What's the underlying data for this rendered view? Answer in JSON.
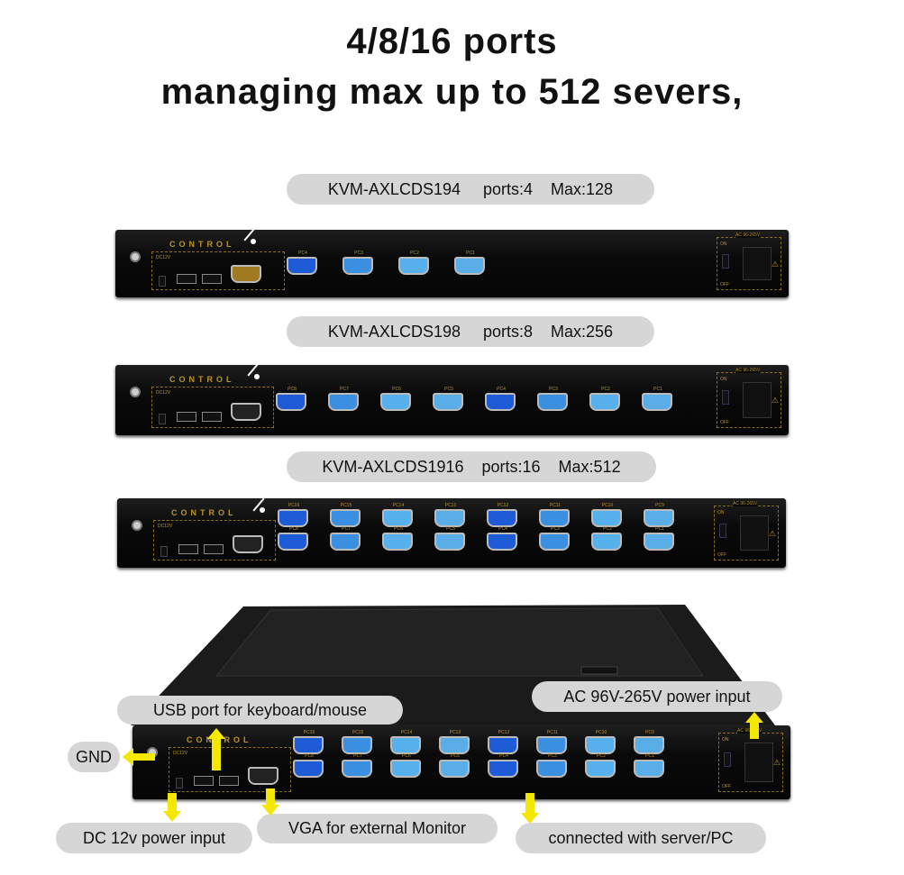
{
  "headline": {
    "line1": "4/8/16 ports",
    "line2": "managing max up to 512 severs,"
  },
  "models": [
    {
      "label": "KVM-AXLCDS194     ports:4    Max:128",
      "ports_top": [
        "PC4",
        "PC3",
        "PC2",
        "PC1"
      ],
      "ports_bottom": []
    },
    {
      "label": "KVM-AXLCDS198     ports:8    Max:256",
      "ports_top": [
        "PC8",
        "PC7",
        "PC6",
        "PC5",
        "PC4",
        "PC3",
        "PC2",
        "PC1"
      ],
      "ports_bottom": []
    },
    {
      "label": "KVM-AXLCDS1916    ports:16    Max:512",
      "ports_top": [
        "PC16",
        "PC15",
        "PC14",
        "PC13",
        "PC12",
        "PC11",
        "PC10",
        "PC9"
      ],
      "ports_bottom": [
        "PC8",
        "PC7",
        "PC6",
        "PC5",
        "PC4",
        "PC3",
        "PC2",
        "PC1"
      ]
    }
  ],
  "panel_text": {
    "control": "CONTROL",
    "dc": "DC12V",
    "power_rating": "AC 96-265V",
    "on": "ON",
    "off": "OFF"
  },
  "callouts": {
    "usb": "USB port for keyboard/mouse",
    "gnd": "GND",
    "ac": "AC 96V-265V power input",
    "dc": "DC 12v power input",
    "vga": "VGA for external Monitor",
    "pc": "connected with server/PC"
  },
  "colors": {
    "arrow": "#f5e800",
    "pill": "#d6d6d6",
    "gold": "#b8952e"
  }
}
